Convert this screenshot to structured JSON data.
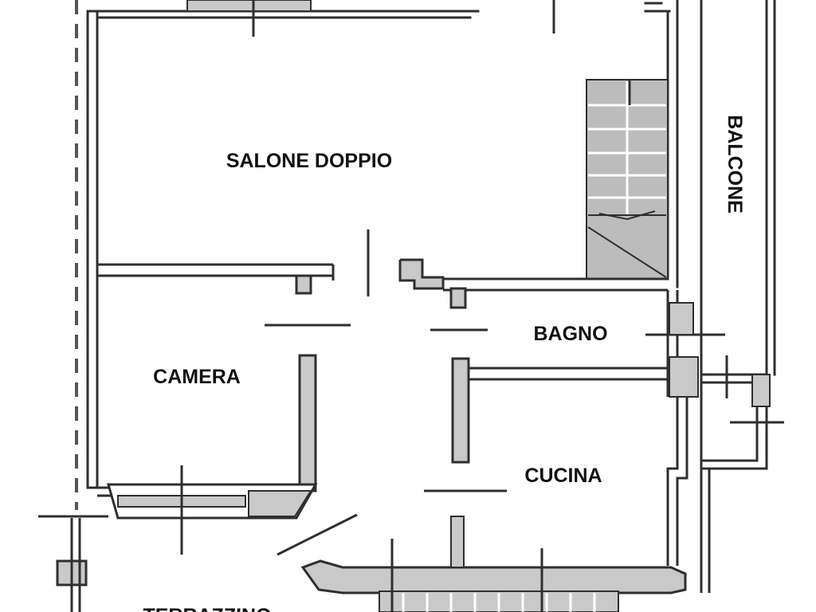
{
  "floorplan": {
    "rooms": {
      "salone": "SALONE DOPPIO",
      "balcone": "BALCONE",
      "bagno": "BAGNO",
      "camera": "CAMERA",
      "cucina": "CUCINA",
      "terrazzino": "TERRAZZINO"
    }
  },
  "colors": {
    "wall": "#3a3a3a",
    "wall_fill": "#c9c9c9",
    "stair_fill": "#bcbcbc",
    "background": "#ffffff",
    "text": "#111111"
  }
}
